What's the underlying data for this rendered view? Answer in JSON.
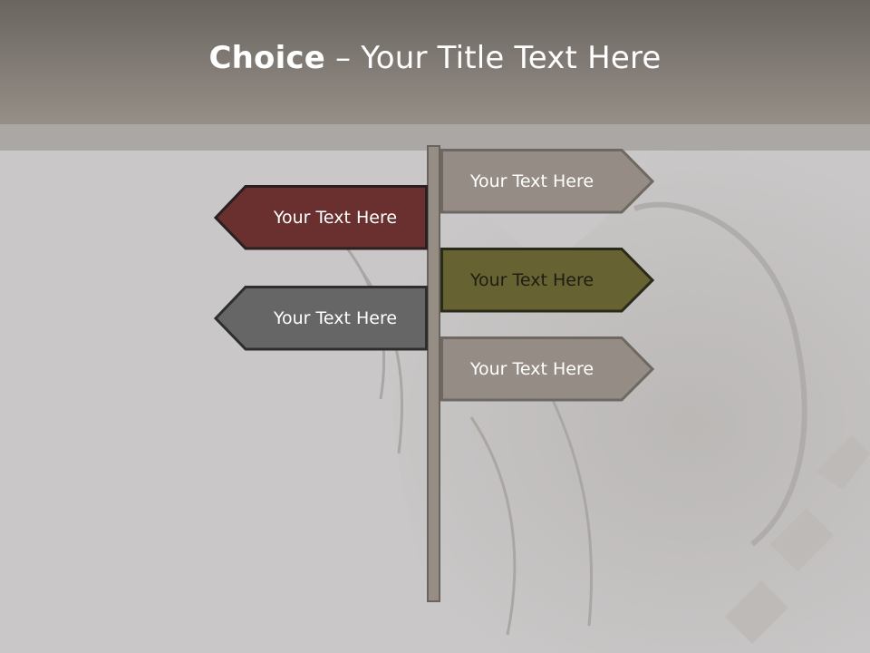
{
  "title": {
    "bold": "Choice",
    "rest": " – Your Title Text Here"
  },
  "signs": [
    {
      "label": "Your Text Here",
      "color": "#958d85"
    },
    {
      "label": "Your Text Here",
      "color": "#6a2f2f"
    },
    {
      "label": "Your Text Here",
      "color": "#666232"
    },
    {
      "label": "Your Text Here",
      "color": "#666666"
    },
    {
      "label": "Your Text Here",
      "color": "#958d85"
    }
  ],
  "colors": {
    "title_bar": "#7d7670",
    "post": "#968d85",
    "background": "#c9c7c7"
  }
}
